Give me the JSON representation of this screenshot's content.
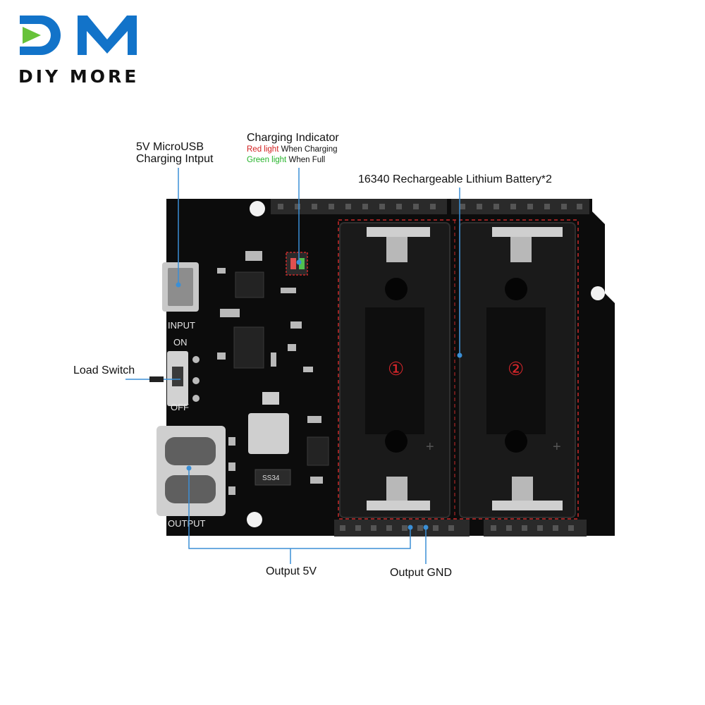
{
  "brand": {
    "logo_letters": "DM",
    "name": "DIY MORE",
    "colors": {
      "blue": "#1273c9",
      "green": "#67c23a"
    }
  },
  "labels": {
    "micro_usb_line1": "5V MicroUSB",
    "micro_usb_line2": "Charging Intput",
    "charging_indicator_title": "Charging Indicator",
    "red_light": "Red light",
    "when_charging": "When Charging",
    "green_light": "Green light",
    "when_full": "When Full",
    "battery": "16340 Rechargeable Lithium Battery*2",
    "load_switch": "Load Switch",
    "output_5v": "Output 5V",
    "output_gnd": "Output GND"
  },
  "board": {
    "input_label": "INPUT",
    "on_label": "ON",
    "off_label": "OFF",
    "output_label": "OUTPUT",
    "diode_marking": "SS34",
    "cell_1": "①",
    "cell_2": "②",
    "plus_sign": "+"
  },
  "colors": {
    "pcb": "#0c0c0c",
    "holder": "#1a1a1a",
    "pointer_line": "#3b8fd6",
    "red_dash": "#c92a2a"
  }
}
